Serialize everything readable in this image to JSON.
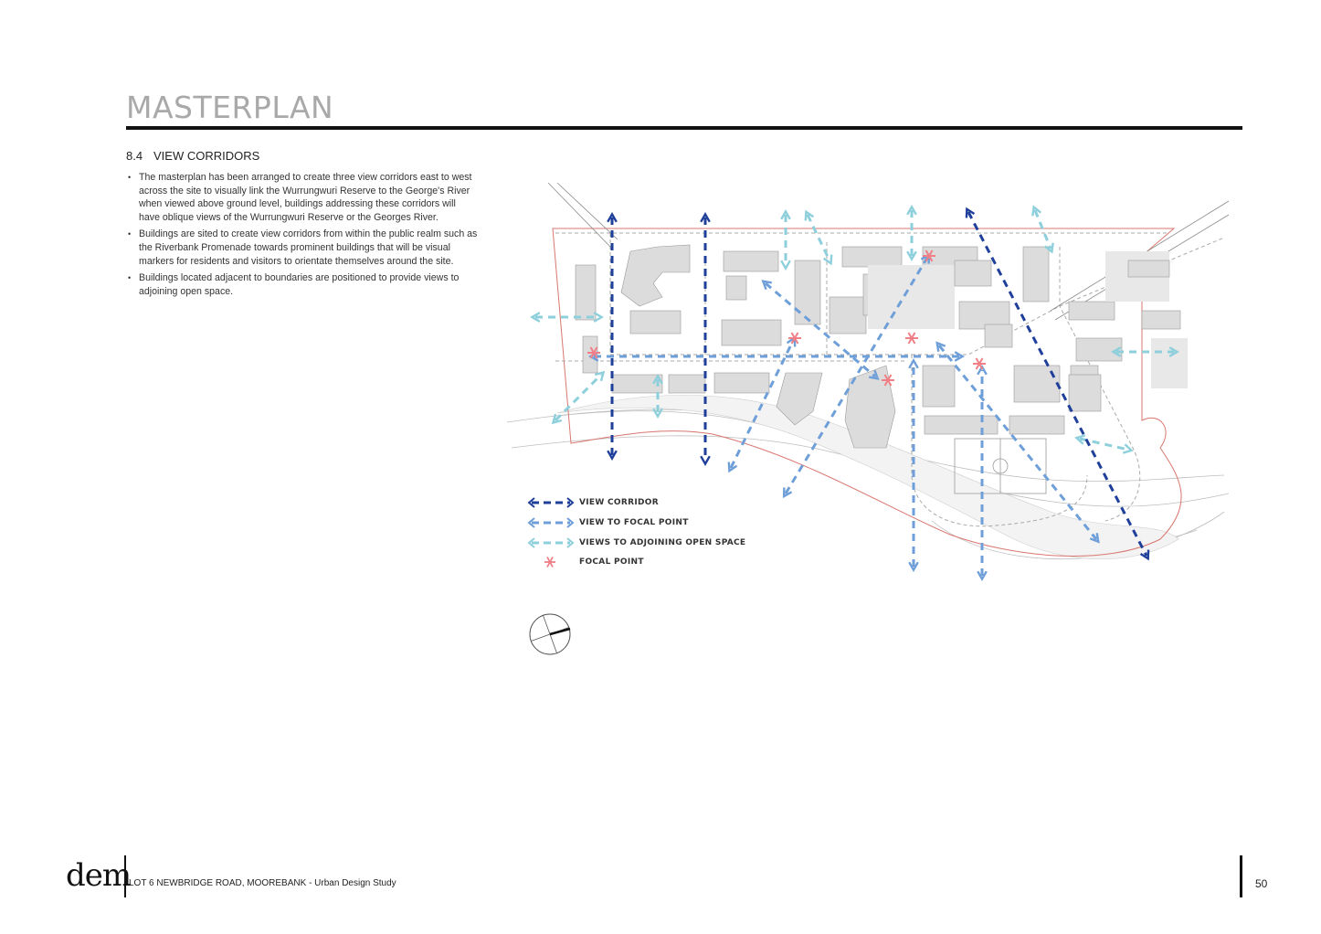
{
  "header": {
    "title": "MASTERPLAN"
  },
  "section": {
    "number": "8.4",
    "title": "VIEW CORRIDORS"
  },
  "bullets": [
    "The masterplan has been arranged to create three view corridors east to west across the site to visually link the Wurrungwuri Reserve  to the George's River when viewed above ground level, buildings addressing these corridors will have oblique views of the Wurrungwuri Reserve or the Georges River.",
    "Buildings are sited to create view corridors from within the public realm such as the Riverbank Promenade towards prominent buildings that will be visual markers for residents and visitors to orientate themselves around the site.",
    "Buildings located adjacent to boundaries are positioned to provide views to adjoining open space."
  ],
  "legend": {
    "view_corridor": "VIEW CORRIDOR",
    "view_focal": "VIEW TO FOCAL POINT",
    "view_open_space": "VIEWS TO ADJOINING OPEN SPACE",
    "focal_point": "FOCAL POINT"
  },
  "colors": {
    "view_corridor": "#1f3f9a",
    "view_focal": "#6f9fd8",
    "view_open_space": "#8ecfdc",
    "focal_point": "#f07f86",
    "buildings": "#dcdcdc",
    "site_boundary": "#d9776f"
  },
  "footer": {
    "logo": "dem",
    "project": "LOT 6 NEWBRIDGE ROAD, MOOREBANK - Urban Design Study",
    "page_number": "50"
  }
}
